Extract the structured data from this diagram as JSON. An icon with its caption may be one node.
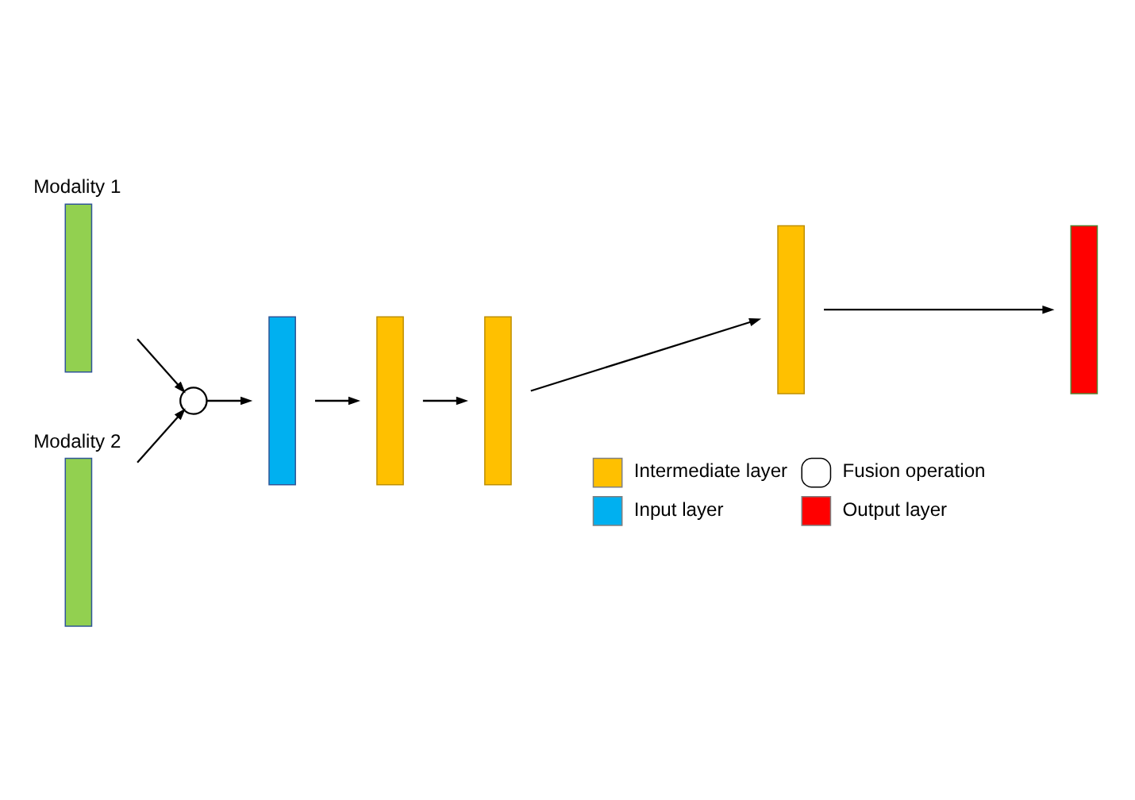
{
  "diagram": {
    "nodes": [
      {
        "text": [
          "Modality 1"
        ]
      },
      {
        "text": [
          "Modality 2"
        ]
      },
      {
        "text": [],
        "shape": "circle"
      },
      {
        "text": [],
        "shape": "bar"
      },
      {
        "text": [],
        "shape": "bar"
      },
      {
        "text": [],
        "shape": "bar"
      },
      {
        "text": [],
        "shape": "bar"
      },
      {
        "text": [],
        "shape": "bar"
      }
    ],
    "edges": [
      {
        "from": 0,
        "to": 2,
        "arrow": "to"
      },
      {
        "from": 1,
        "to": 2,
        "arrow": "to"
      },
      {
        "from": 2,
        "to": 3,
        "arrow": "to"
      },
      {
        "from": 3,
        "to": 4,
        "arrow": "to"
      },
      {
        "from": 4,
        "to": 5,
        "arrow": "to"
      },
      {
        "from": 5,
        "to": 6,
        "arrow": "to"
      },
      {
        "from": 6,
        "to": 7,
        "arrow": "to"
      }
    ],
    "legend": [
      {
        "text": "Intermediate layer",
        "color": "#ffc000"
      },
      {
        "text": "Fusion operation"
      },
      {
        "text": "Input layer",
        "color": "#00b0f0"
      },
      {
        "text": "Output layer",
        "color": "#ff0000"
      }
    ]
  }
}
